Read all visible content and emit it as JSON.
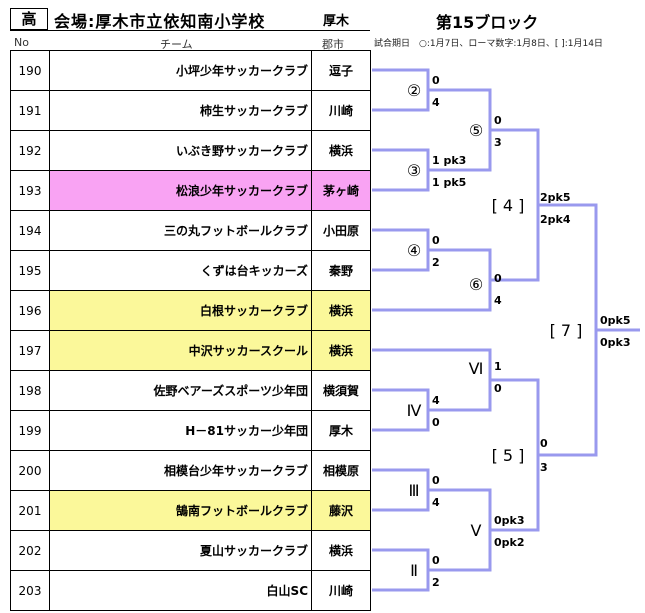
{
  "header": {
    "grade": "高",
    "venue": "会場:厚木市立依知南小学校",
    "venue_city": "厚木",
    "block_title": "第15ブロック",
    "col_no": "No",
    "col_team": "チーム",
    "col_city": "郡市",
    "dates": "試合期日　○:1月7日、ローマ数字:1月8日、[ ]:1月14日"
  },
  "teams": [
    {
      "no": "190",
      "name": "小坪少年サッカークラブ",
      "city": "逗子",
      "hl": ""
    },
    {
      "no": "191",
      "name": "柿生サッカークラブ",
      "city": "川崎",
      "hl": ""
    },
    {
      "no": "192",
      "name": "いぶき野サッカークラブ",
      "city": "横浜",
      "hl": ""
    },
    {
      "no": "193",
      "name": "松浪少年サッカークラブ",
      "city": "茅ヶ崎",
      "hl": "pink"
    },
    {
      "no": "194",
      "name": "三の丸フットボールクラブ",
      "city": "小田原",
      "hl": ""
    },
    {
      "no": "195",
      "name": "くずは台キッカーズ",
      "city": "秦野",
      "hl": ""
    },
    {
      "no": "196",
      "name": "白根サッカークラブ",
      "city": "横浜",
      "hl": "yellow"
    },
    {
      "no": "197",
      "name": "中沢サッカースクール",
      "city": "横浜",
      "hl": "yellow"
    },
    {
      "no": "198",
      "name": "佐野ベアーズスポーツ少年団",
      "city": "横須賀",
      "hl": ""
    },
    {
      "no": "199",
      "name": "H－81サッカー少年団",
      "city": "厚木",
      "hl": ""
    },
    {
      "no": "200",
      "name": "相模台少年サッカークラブ",
      "city": "相模原",
      "hl": ""
    },
    {
      "no": "201",
      "name": "鵠南フットボールクラブ",
      "city": "藤沢",
      "hl": "yellow"
    },
    {
      "no": "202",
      "name": "夏山サッカークラブ",
      "city": "横浜",
      "hl": ""
    },
    {
      "no": "203",
      "name": "白山SC",
      "city": "川崎",
      "hl": ""
    }
  ],
  "bracket": {
    "line_color": "#9999ee",
    "matches": {
      "m2": {
        "label": "②",
        "top": "0",
        "bottom": "4"
      },
      "m3": {
        "label": "③",
        "top": "1 pk3",
        "bottom": "1 pk5"
      },
      "m4": {
        "label": "④",
        "top": "0",
        "bottom": "2"
      },
      "m5": {
        "label": "⑤",
        "top": "0",
        "bottom": "3"
      },
      "m6": {
        "label": "⑥",
        "top": "0",
        "bottom": "4"
      },
      "r2": {
        "label": "Ⅱ",
        "top": "0",
        "bottom": "2"
      },
      "r3": {
        "label": "Ⅲ",
        "top": "0",
        "bottom": "4"
      },
      "r4": {
        "label": "Ⅳ",
        "top": "4",
        "bottom": "0"
      },
      "r5": {
        "label": "Ⅴ",
        "top": "0pk3",
        "bottom": "0pk2"
      },
      "r6": {
        "label": "Ⅵ",
        "top": "1",
        "bottom": "0"
      },
      "b4": {
        "label": "[ 4 ]",
        "top": "2pk5",
        "bottom": "2pk4"
      },
      "b5": {
        "label": "[ 5 ]",
        "top": "0",
        "bottom": "3"
      },
      "b7": {
        "label": "[ 7 ]",
        "top": "0pk5",
        "bottom": "0pk3"
      }
    }
  }
}
